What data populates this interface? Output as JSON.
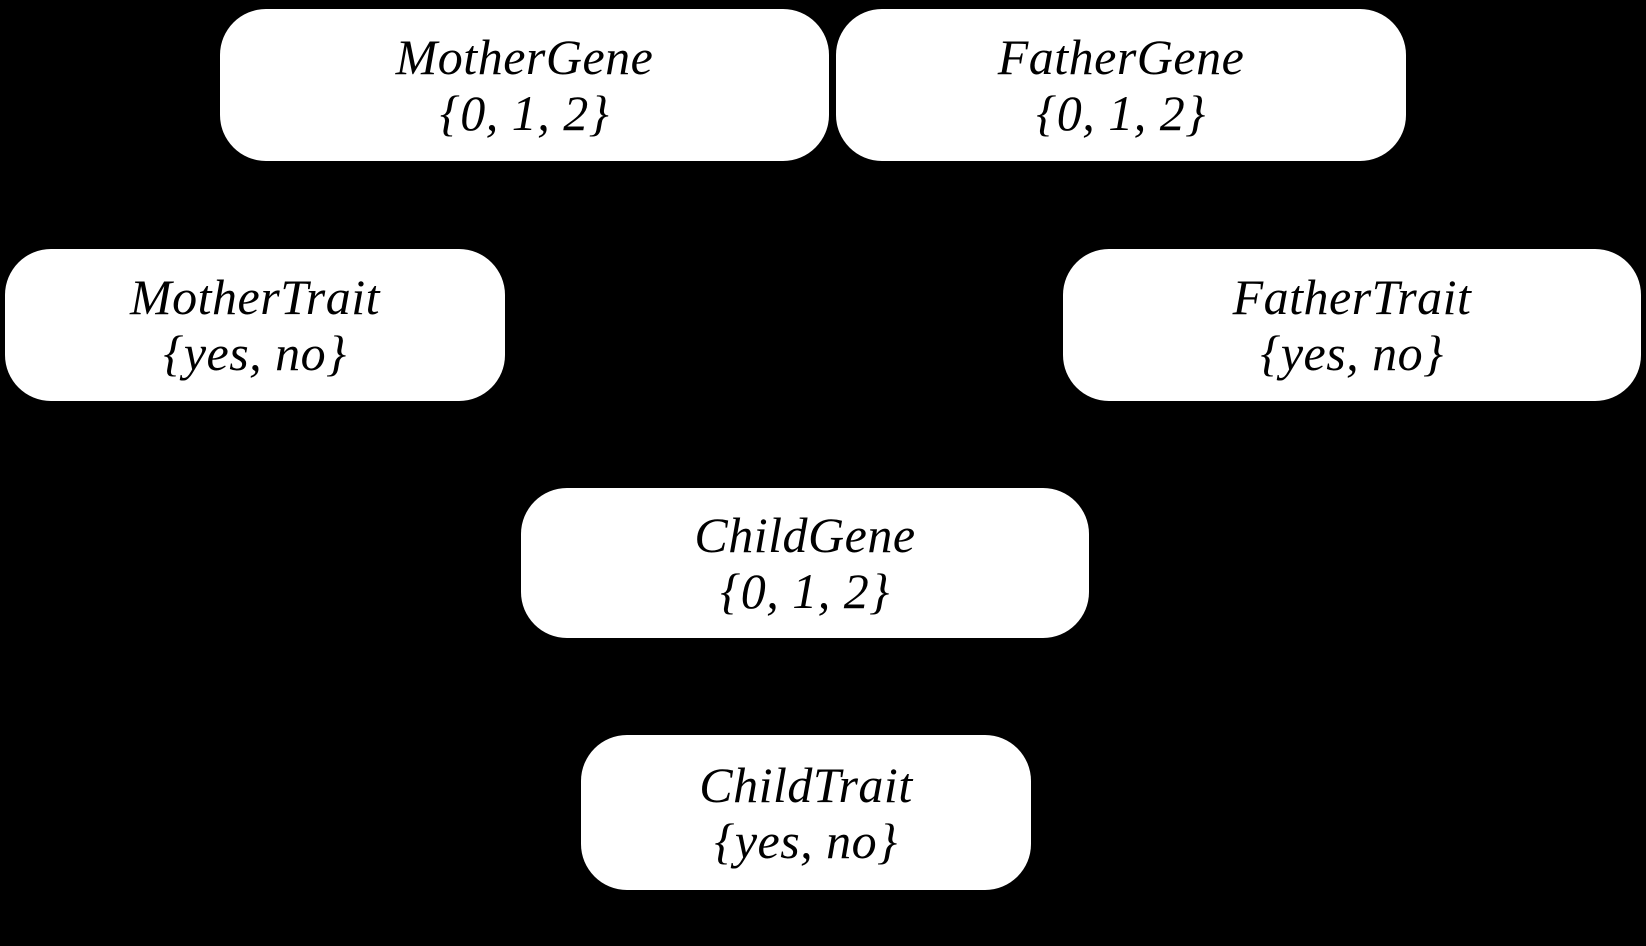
{
  "diagram": {
    "background_color": "#000000",
    "node_fill_color": "#ffffff",
    "node_text_color": "#000000",
    "nodes": [
      {
        "id": "mother-gene",
        "title": "MotherGene",
        "domain": "{0, 1, 2}"
      },
      {
        "id": "father-gene",
        "title": "FatherGene",
        "domain": "{0, 1, 2}"
      },
      {
        "id": "mother-trait",
        "title": "MotherTrait",
        "domain": "{yes, no}"
      },
      {
        "id": "father-trait",
        "title": "FatherTrait",
        "domain": "{yes, no}"
      },
      {
        "id": "child-gene",
        "title": "ChildGene",
        "domain": "{0, 1, 2}"
      },
      {
        "id": "child-trait",
        "title": "ChildTrait",
        "domain": "{yes, no}"
      }
    ]
  }
}
